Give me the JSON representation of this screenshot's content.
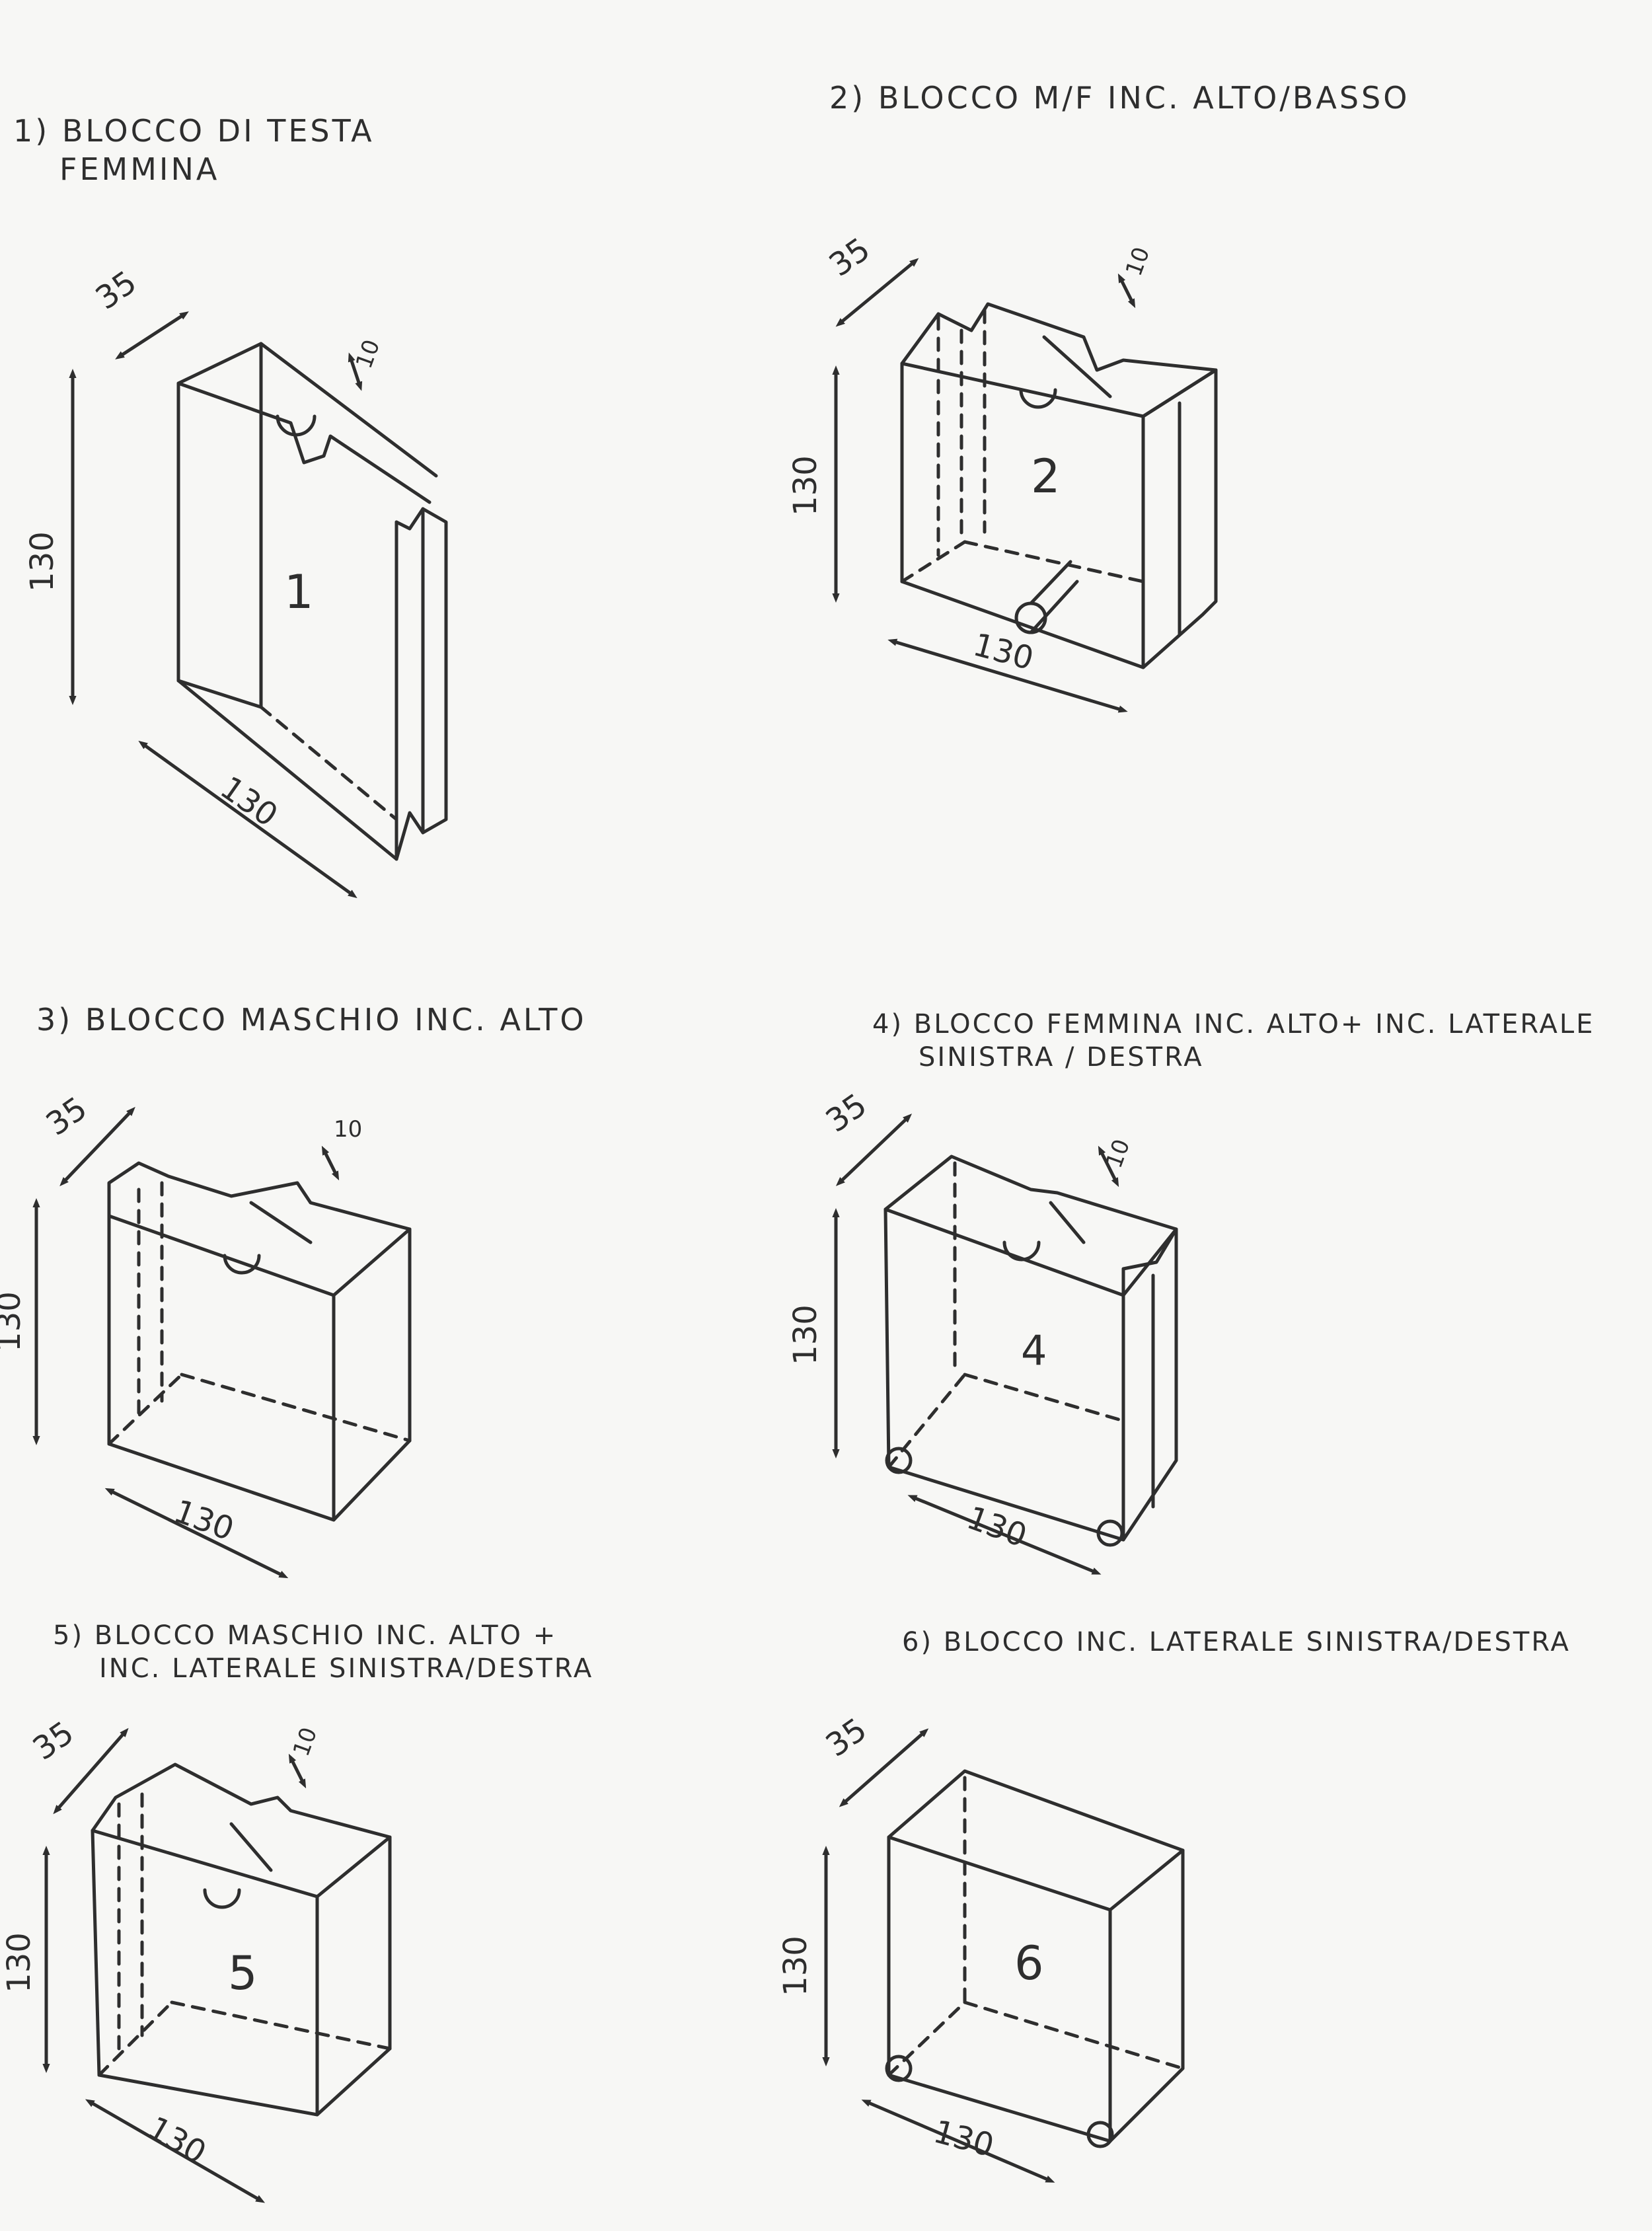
{
  "blocks": [
    {
      "number": "1)",
      "line1": "BLOCCO DI TESTA",
      "line2": "FEMMINA",
      "label": "1",
      "depth": "35",
      "height": "130",
      "width": "130",
      "slot": "10"
    },
    {
      "number": "2)",
      "line1": "BLOCCO M/F INC. ALTO/BASSO",
      "line2": "",
      "label": "2",
      "depth": "35",
      "height": "130",
      "width": "130",
      "slot": "10"
    },
    {
      "number": "3)",
      "line1": "BLOCCO MASCHIO INC. ALTO",
      "line2": "",
      "label": "",
      "depth": "35",
      "height": "130",
      "width": "130",
      "slot": "10"
    },
    {
      "number": "4)",
      "line1": "BLOCCO FEMMINA INC. ALTO+ INC. LATERALE",
      "line2": "SINISTRA / DESTRA",
      "label": "4",
      "depth": "35",
      "height": "130",
      "width": "130",
      "slot": "10"
    },
    {
      "number": "5)",
      "line1": "BLOCCO MASCHIO INC. ALTO +",
      "line2": "INC. LATERALE SINISTRA/DESTRA",
      "label": "5",
      "depth": "35",
      "height": "130",
      "width": "130",
      "slot": "10"
    },
    {
      "number": "6)",
      "line1": "BLOCCO INC. LATERALE SINISTRA/DESTRA",
      "line2": "",
      "label": "6",
      "depth": "35",
      "height": "130",
      "width": "130",
      "slot": ""
    }
  ],
  "colors": {
    "paper": "#f7f7f5",
    "pencil": "#2e2e2e"
  }
}
